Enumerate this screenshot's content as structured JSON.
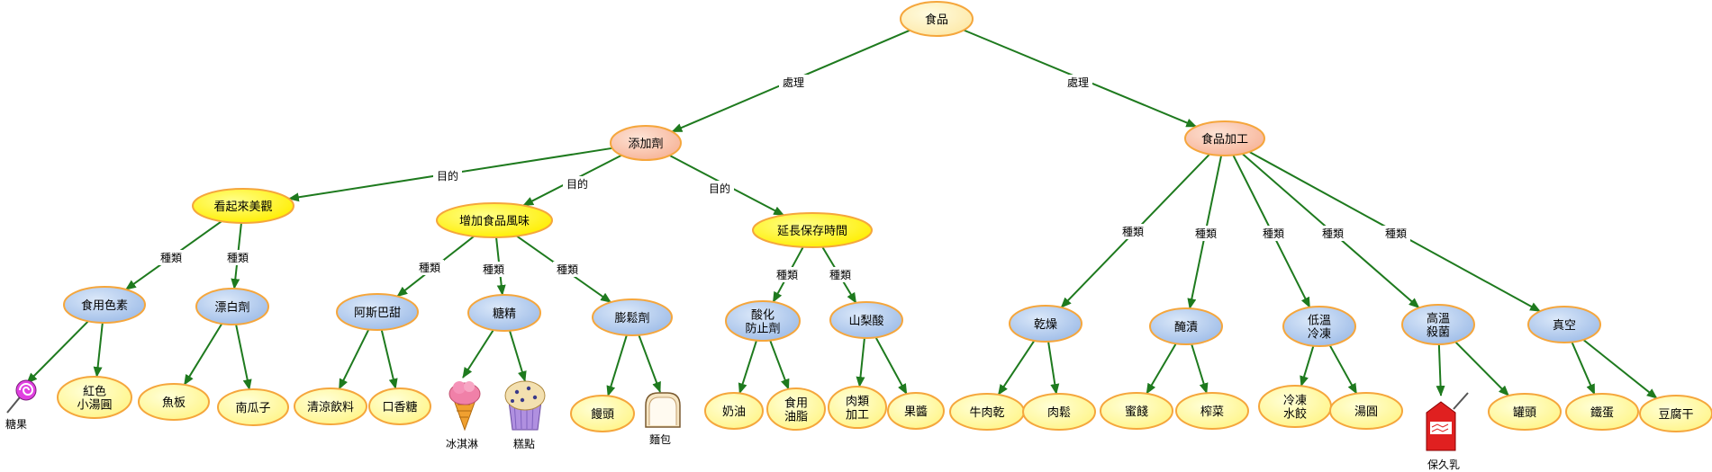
{
  "diagram": {
    "colors": {
      "edge": "#1e7a1e",
      "node_border": "#f5a63c",
      "root_fill": "#fde9a8",
      "l1_fill": "#f9bfa4",
      "l2_fill": "#ffff00",
      "l3_fill": "#a9c6ec",
      "leaf_fill": "#ffff99",
      "background": "#ffffff"
    },
    "nodes": {
      "root": {
        "label": "食品"
      },
      "additive": {
        "label": "添加劑"
      },
      "processing": {
        "label": "食品加工"
      },
      "looks": {
        "label": "看起來美觀"
      },
      "flavor": {
        "label": "增加食品風味"
      },
      "shelf": {
        "label": "延長保存時間"
      },
      "coloring": {
        "label": "食用色素"
      },
      "bleach": {
        "label": "漂白劑"
      },
      "aspartame": {
        "label": "阿斯巴甜"
      },
      "saccharin": {
        "label": "糖精"
      },
      "leavening": {
        "label": "膨鬆劑"
      },
      "antioxidant": {
        "label": "酸化\n防止劑"
      },
      "sorbic": {
        "label": "山梨酸"
      },
      "drying": {
        "label": "乾燥"
      },
      "pickling": {
        "label": "醃漬"
      },
      "lowtemp": {
        "label": "低溫\n冷凍"
      },
      "hightemp": {
        "label": "高溫\n殺菌"
      },
      "vacuum": {
        "label": "真空"
      },
      "red_tangyuan": {
        "label": "紅色\n小湯圓"
      },
      "fishcake": {
        "label": "魚板"
      },
      "pumpkin_seeds": {
        "label": "南瓜子"
      },
      "soft_drink": {
        "label": "清涼飲料"
      },
      "gum": {
        "label": "口香糖"
      },
      "mantou": {
        "label": "饅頭"
      },
      "cream": {
        "label": "奶油"
      },
      "edible_oil": {
        "label": "食用\n油脂"
      },
      "meat_proc": {
        "label": "肉類\n加工"
      },
      "jam": {
        "label": "果醬"
      },
      "jerky": {
        "label": "牛肉乾"
      },
      "floss": {
        "label": "肉鬆"
      },
      "candied": {
        "label": "蜜餞"
      },
      "pickles": {
        "label": "榨菜"
      },
      "dumplings": {
        "label": "冷凍\n水餃"
      },
      "tangyuan": {
        "label": "湯圓"
      },
      "canned": {
        "label": "罐頭"
      },
      "egg": {
        "label": "鐵蛋"
      },
      "tofu_dry": {
        "label": "豆腐干"
      }
    },
    "pictures": {
      "candy": {
        "label": "糖果",
        "icon": "lollipop-icon"
      },
      "icecream": {
        "label": "冰淇淋",
        "icon": "ice-cream-icon"
      },
      "pastry": {
        "label": "糕點",
        "icon": "muffin-icon"
      },
      "bread": {
        "label": "麵包",
        "icon": "bread-icon"
      },
      "uht_milk": {
        "label": "保久乳",
        "icon": "milk-carton-icon"
      }
    },
    "edge_labels": {
      "process": "處理",
      "purpose": "目的",
      "kind": "種類"
    }
  }
}
